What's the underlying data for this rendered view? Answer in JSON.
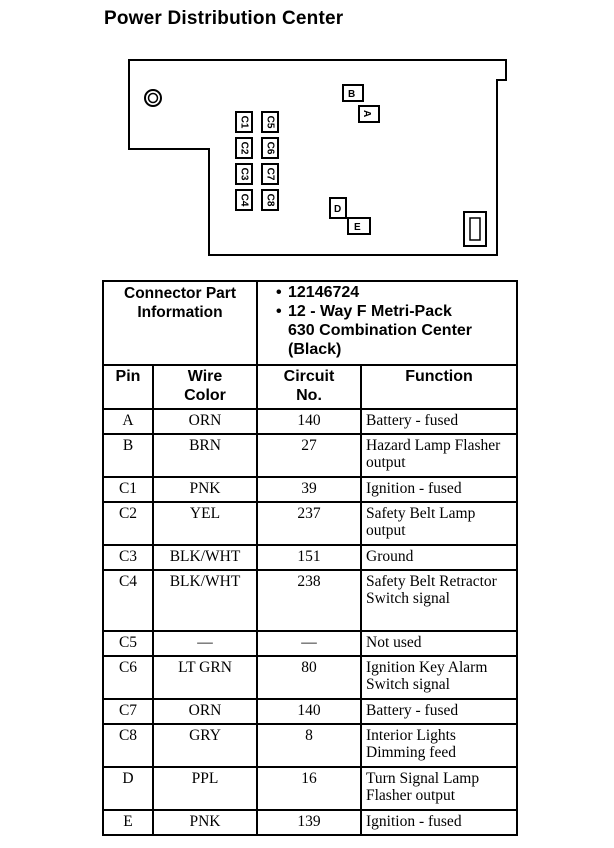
{
  "page": {
    "title": "Power Distribution Center"
  },
  "diagram": {
    "small_labels": [
      "B",
      "A",
      "D",
      "E"
    ],
    "cavities": [
      "C1",
      "C2",
      "C3",
      "C4",
      "C5",
      "C6",
      "C7",
      "C8"
    ]
  },
  "connector": {
    "info_label_line1": "Connector Part",
    "info_label_line2": "Information",
    "part_number": "12146724",
    "description_line1": "12 - Way F Metri-Pack",
    "description_line2": "630 Combination Center",
    "description_line3": "(Black)"
  },
  "table": {
    "headers": {
      "pin": "Pin",
      "wire_line1": "Wire",
      "wire_line2": "Color",
      "circuit_line1": "Circuit",
      "circuit_line2": "No.",
      "function": "Function"
    },
    "rows": [
      {
        "pin": "A",
        "color": "ORN",
        "circuit": "140",
        "function": "Battery - fused"
      },
      {
        "pin": "B",
        "color": "BRN",
        "circuit": "27",
        "function": "Hazard Lamp Flasher output"
      },
      {
        "pin": "C1",
        "color": "PNK",
        "circuit": "39",
        "function": "Ignition - fused"
      },
      {
        "pin": "C2",
        "color": "YEL",
        "circuit": "237",
        "function": "Safety Belt Lamp output"
      },
      {
        "pin": "C3",
        "color": "BLK/WHT",
        "circuit": "151",
        "function": "Ground"
      },
      {
        "pin": "C4",
        "color": "BLK/WHT",
        "circuit": "238",
        "function": "Safety Belt Retractor Switch signal"
      },
      {
        "pin": "C5",
        "color": "—",
        "circuit": "—",
        "function": "Not used"
      },
      {
        "pin": "C6",
        "color": "LT GRN",
        "circuit": "80",
        "function": "Ignition Key Alarm Switch signal"
      },
      {
        "pin": "C7",
        "color": "ORN",
        "circuit": "140",
        "function": "Battery - fused"
      },
      {
        "pin": "C8",
        "color": "GRY",
        "circuit": "8",
        "function": "Interior Lights Dimming feed"
      },
      {
        "pin": "D",
        "color": "PPL",
        "circuit": "16",
        "function": "Turn Signal Lamp Flasher output"
      },
      {
        "pin": "E",
        "color": "PNK",
        "circuit": "139",
        "function": "Ignition - fused"
      }
    ]
  }
}
